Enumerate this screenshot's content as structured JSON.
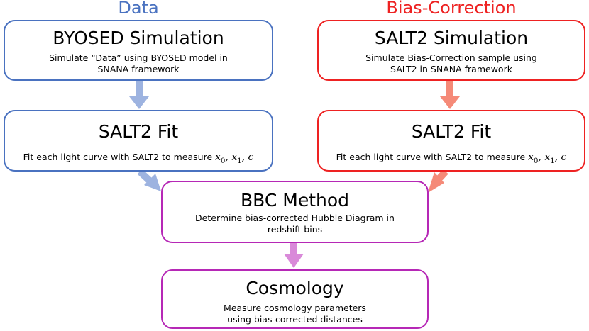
{
  "columns": {
    "left_title": "Data",
    "right_title": "Bias-Correction"
  },
  "colors": {
    "data_blue": "#4a72c0",
    "bias_red": "#ee2222",
    "purple": "#b628b6",
    "arrow_blue": "#9db3e0",
    "arrow_red": "#f58a78",
    "arrow_purple": "#d98ad9"
  },
  "boxes": {
    "byosed_sim": {
      "title": "BYOSED Simulation",
      "desc_line1": "Simulate “Data” using BYOSED model in",
      "desc_line2": "SNANA framework"
    },
    "salt2_sim": {
      "title": "SALT2 Simulation",
      "desc_line1": "Simulate Bias-Correction sample using",
      "desc_line2": "SALT2 in SNANA framework"
    },
    "salt2_fit_left": {
      "title": "SALT2 Fit",
      "desc_text": "Fit each light curve with SALT2 to measure"
    },
    "salt2_fit_right": {
      "title": "SALT2 Fit",
      "desc_text": "Fit each light curve with SALT2 to measure"
    },
    "bbc": {
      "title": "BBC Method",
      "desc_line1": "Determine bias-corrected Hubble Diagram in",
      "desc_line2": "redshift bins"
    },
    "cosmology": {
      "title": "Cosmology",
      "desc_line1": "Measure cosmology parameters",
      "desc_line2": "using bias-corrected distances"
    }
  },
  "math": {
    "x": "x",
    "sub0": "0",
    "sub1": "1",
    "sep": ",",
    "c": "c"
  }
}
